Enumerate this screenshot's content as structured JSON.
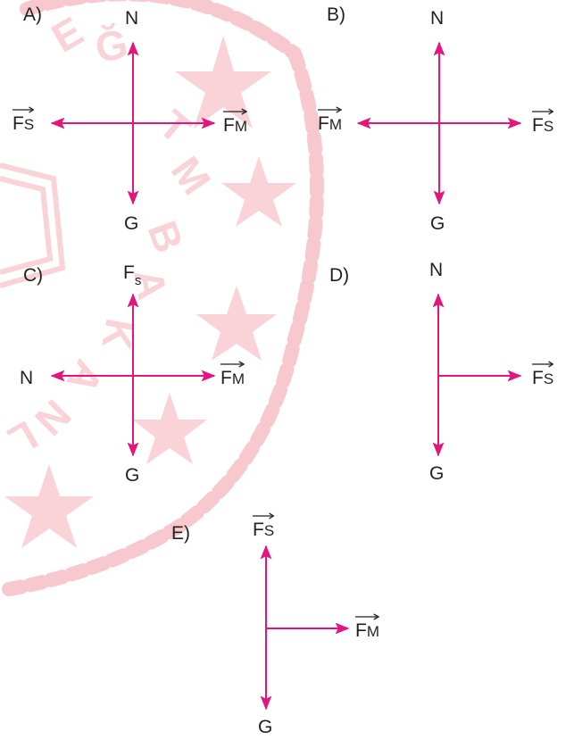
{
  "colors": {
    "arrow": "#e6157e",
    "text": "#231f20",
    "watermark": "#f7c9cf"
  },
  "options": [
    {
      "letter": "A)",
      "up": "N",
      "down": "G",
      "left": {
        "main": "F",
        "sub": "S"
      },
      "right": {
        "main": "F",
        "sub": "M"
      }
    },
    {
      "letter": "B)",
      "up": "N",
      "down": "G",
      "left": {
        "main": "F",
        "sub": "M"
      },
      "right": {
        "main": "F",
        "sub": "S"
      }
    },
    {
      "letter": "C)",
      "up": {
        "main": "F",
        "sub": "s"
      },
      "down": "G",
      "left": "N",
      "right": {
        "main": "F",
        "sub": "M"
      }
    },
    {
      "letter": "D)",
      "up": "N",
      "down": "G",
      "right": {
        "main": "F",
        "sub": "S"
      }
    },
    {
      "letter": "E)",
      "up": {
        "main": "F",
        "sub": "S"
      },
      "down": "G",
      "right": {
        "main": "F",
        "sub": "M"
      }
    }
  ]
}
